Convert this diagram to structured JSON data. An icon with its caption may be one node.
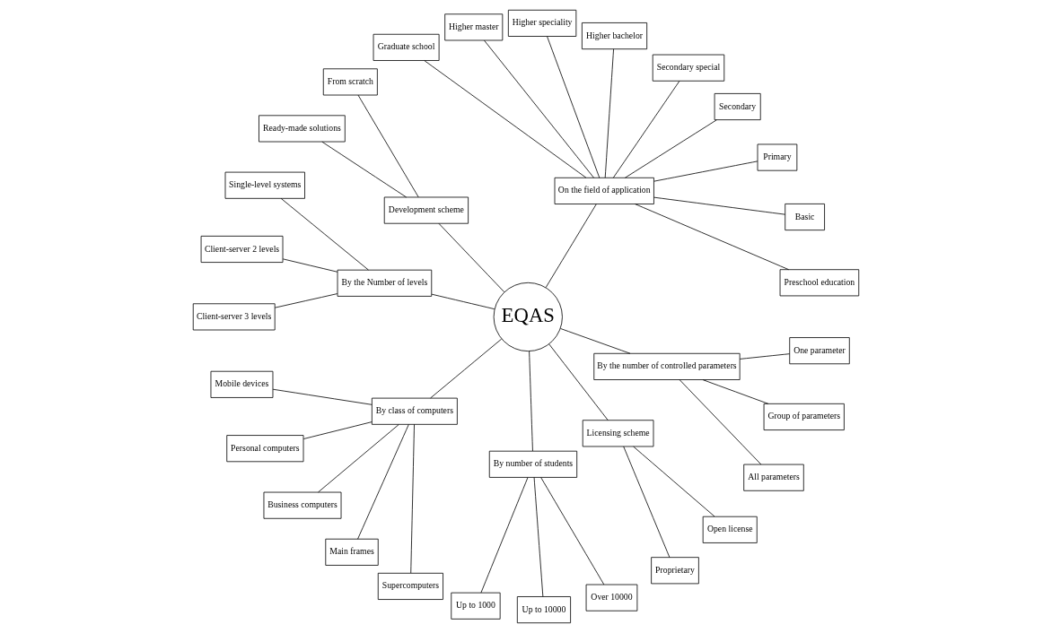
{
  "diagram": {
    "nodes": [
      {
        "text": [
          "EQAS"
        ]
      },
      {
        "text": [
          "On the field of application"
        ]
      },
      {
        "text": [
          "Development scheme"
        ]
      },
      {
        "text": [
          "By the Number of levels"
        ]
      },
      {
        "text": [
          "By class of computers"
        ]
      },
      {
        "text": [
          "By number of students"
        ]
      },
      {
        "text": [
          "Licensing scheme"
        ]
      },
      {
        "text": [
          "By the number of controlled parameters"
        ]
      },
      {
        "text": [
          "Preschool education"
        ]
      },
      {
        "text": [
          "Basic"
        ]
      },
      {
        "text": [
          "Primary"
        ]
      },
      {
        "text": [
          "Secondary"
        ]
      },
      {
        "text": [
          "Secondary special"
        ]
      },
      {
        "text": [
          "Higher bachelor"
        ]
      },
      {
        "text": [
          "Higher speciality"
        ]
      },
      {
        "text": [
          "Higher master"
        ]
      },
      {
        "text": [
          "Graduate school"
        ]
      },
      {
        "text": [
          "From scratch"
        ]
      },
      {
        "text": [
          "Ready-made solutions"
        ]
      },
      {
        "text": [
          "Single-level systems"
        ]
      },
      {
        "text": [
          "Client-server 2 levels"
        ]
      },
      {
        "text": [
          "Client-server 3 levels"
        ]
      },
      {
        "text": [
          "Mobile devices"
        ]
      },
      {
        "text": [
          "Personal computers"
        ]
      },
      {
        "text": [
          "Business computers"
        ]
      },
      {
        "text": [
          "Main frames"
        ]
      },
      {
        "text": [
          "Supercomputers"
        ]
      },
      {
        "text": [
          "Up to 1000"
        ]
      },
      {
        "text": [
          "Up to 10000"
        ]
      },
      {
        "text": [
          "Over 10000"
        ]
      },
      {
        "text": [
          "Proprietary"
        ]
      },
      {
        "text": [
          "Open license"
        ]
      },
      {
        "text": [
          "All parameters"
        ]
      },
      {
        "text": [
          "Group of parameters"
        ]
      },
      {
        "text": [
          "One parameter"
        ]
      }
    ],
    "edges": [
      {
        "from": 0,
        "to": 1,
        "arrow": "none"
      },
      {
        "from": 0,
        "to": 2,
        "arrow": "none"
      },
      {
        "from": 0,
        "to": 3,
        "arrow": "none"
      },
      {
        "from": 0,
        "to": 4,
        "arrow": "none"
      },
      {
        "from": 0,
        "to": 5,
        "arrow": "none"
      },
      {
        "from": 0,
        "to": 6,
        "arrow": "none"
      },
      {
        "from": 0,
        "to": 7,
        "arrow": "none"
      },
      {
        "from": 1,
        "to": 8,
        "arrow": "none"
      },
      {
        "from": 1,
        "to": 9,
        "arrow": "none"
      },
      {
        "from": 1,
        "to": 10,
        "arrow": "none"
      },
      {
        "from": 1,
        "to": 11,
        "arrow": "none"
      },
      {
        "from": 1,
        "to": 12,
        "arrow": "none"
      },
      {
        "from": 1,
        "to": 13,
        "arrow": "none"
      },
      {
        "from": 1,
        "to": 14,
        "arrow": "none"
      },
      {
        "from": 1,
        "to": 15,
        "arrow": "none"
      },
      {
        "from": 1,
        "to": 16,
        "arrow": "none"
      },
      {
        "from": 2,
        "to": 17,
        "arrow": "none"
      },
      {
        "from": 2,
        "to": 18,
        "arrow": "none"
      },
      {
        "from": 3,
        "to": 19,
        "arrow": "none"
      },
      {
        "from": 3,
        "to": 20,
        "arrow": "none"
      },
      {
        "from": 3,
        "to": 21,
        "arrow": "none"
      },
      {
        "from": 4,
        "to": 22,
        "arrow": "none"
      },
      {
        "from": 4,
        "to": 23,
        "arrow": "none"
      },
      {
        "from": 4,
        "to": 24,
        "arrow": "none"
      },
      {
        "from": 4,
        "to": 25,
        "arrow": "none"
      },
      {
        "from": 4,
        "to": 26,
        "arrow": "none"
      },
      {
        "from": 5,
        "to": 27,
        "arrow": "none"
      },
      {
        "from": 5,
        "to": 28,
        "arrow": "none"
      },
      {
        "from": 5,
        "to": 29,
        "arrow": "none"
      },
      {
        "from": 6,
        "to": 30,
        "arrow": "none"
      },
      {
        "from": 6,
        "to": 31,
        "arrow": "none"
      },
      {
        "from": 7,
        "to": 32,
        "arrow": "none"
      },
      {
        "from": 7,
        "to": 33,
        "arrow": "none"
      },
      {
        "from": 7,
        "to": 34,
        "arrow": "none"
      }
    ]
  }
}
